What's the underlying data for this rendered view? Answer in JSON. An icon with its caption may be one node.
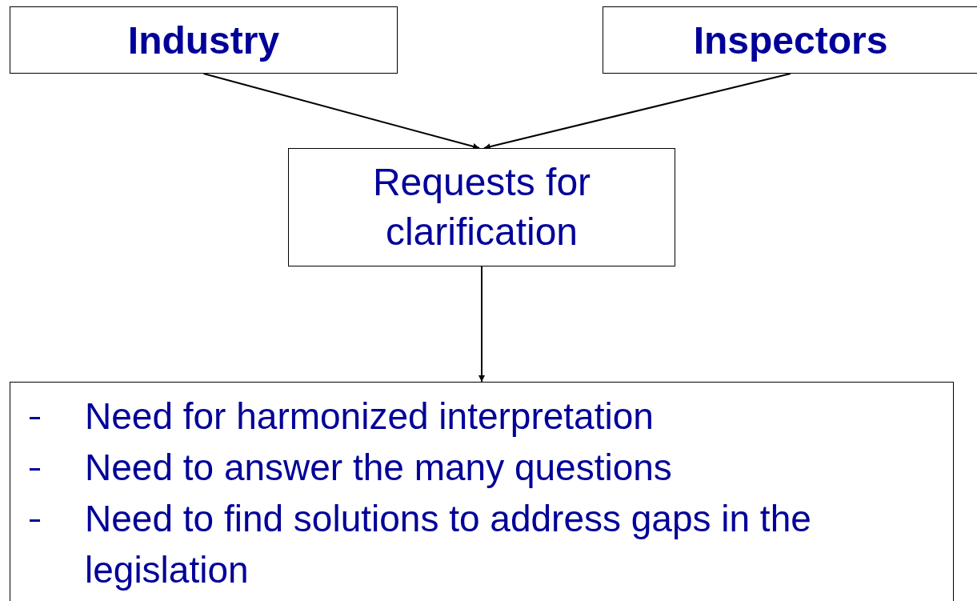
{
  "diagram": {
    "nodes": [
      {
        "text": [
          "Industry"
        ]
      },
      {
        "text": [
          "Inspectors"
        ]
      },
      {
        "text": [
          "Requests for clarification"
        ]
      },
      {
        "text": [
          "Need for harmonized interpretation",
          "Need to answer the many questions",
          "Need to find solutions to address gaps in the legislation"
        ]
      }
    ],
    "edges": [
      {
        "from": 0,
        "to": 2,
        "arrow": "to"
      },
      {
        "from": 1,
        "to": 2,
        "arrow": "to"
      },
      {
        "from": 2,
        "to": 3,
        "arrow": "to"
      }
    ]
  }
}
